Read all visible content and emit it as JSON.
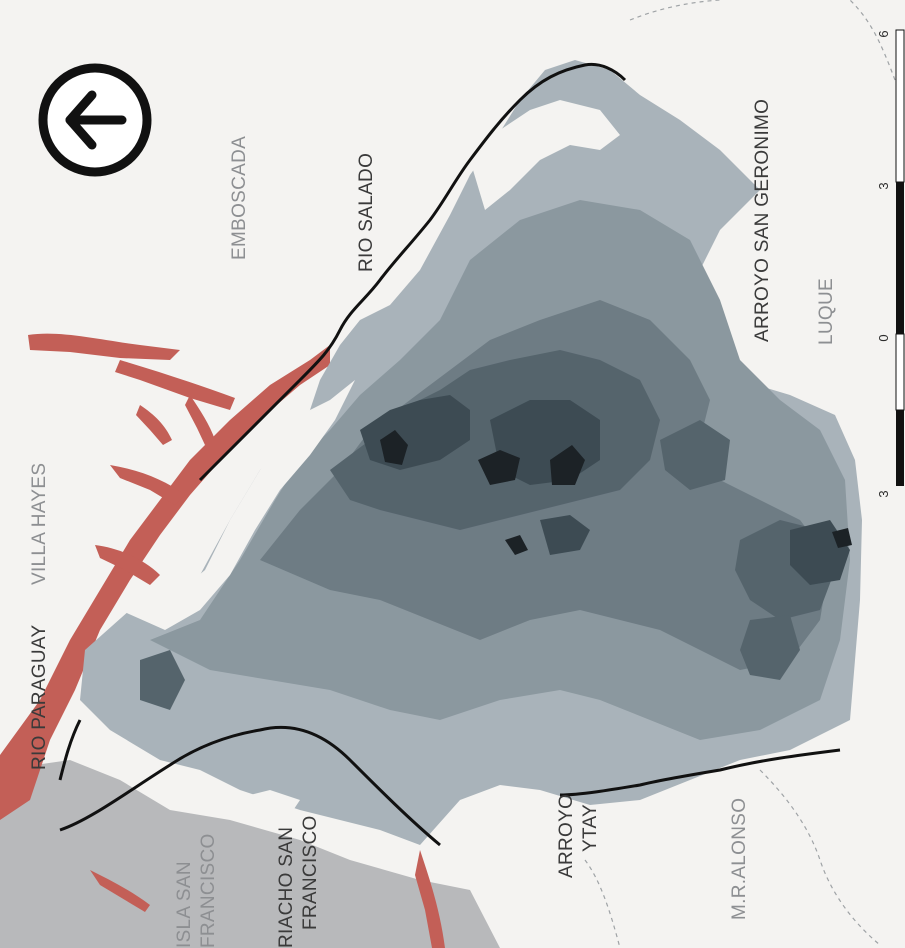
{
  "labels": {
    "villa_hayes": "VILLA HAYES",
    "emboscada": "EMBOSCADA",
    "rio_salado": "RIO SALADO",
    "arroyo_san_geronimo": "ARROYO SAN GERONIMO",
    "luque": "LUQUE",
    "rio_paraguay": "RIO PARAGUAY",
    "isla_san": "ISLA SAN",
    "francisco_isla": "FRANCISCO",
    "riacho_san": "RIACHO SAN",
    "francisco_riacho": "FRANCISCO",
    "arroyo": "ARROYO",
    "ytay": "YTAY",
    "mr_alonso": "M.R.ALONSO"
  },
  "scale_bar": {
    "ticks": [
      "3",
      "0",
      "3",
      "6"
    ]
  },
  "colors": {
    "river": "#c35f57",
    "background": "#f4f3f1",
    "elevation_1": "#a9b3ba",
    "elevation_2": "#8b989f",
    "elevation_3": "#6e7c84",
    "elevation_4": "#55646c",
    "elevation_5": "#3d4b53",
    "elevation_6": "#1c2226",
    "floodplain": "#b8b9bb"
  },
  "icons": {
    "back": "arrow-left-circle-icon"
  }
}
